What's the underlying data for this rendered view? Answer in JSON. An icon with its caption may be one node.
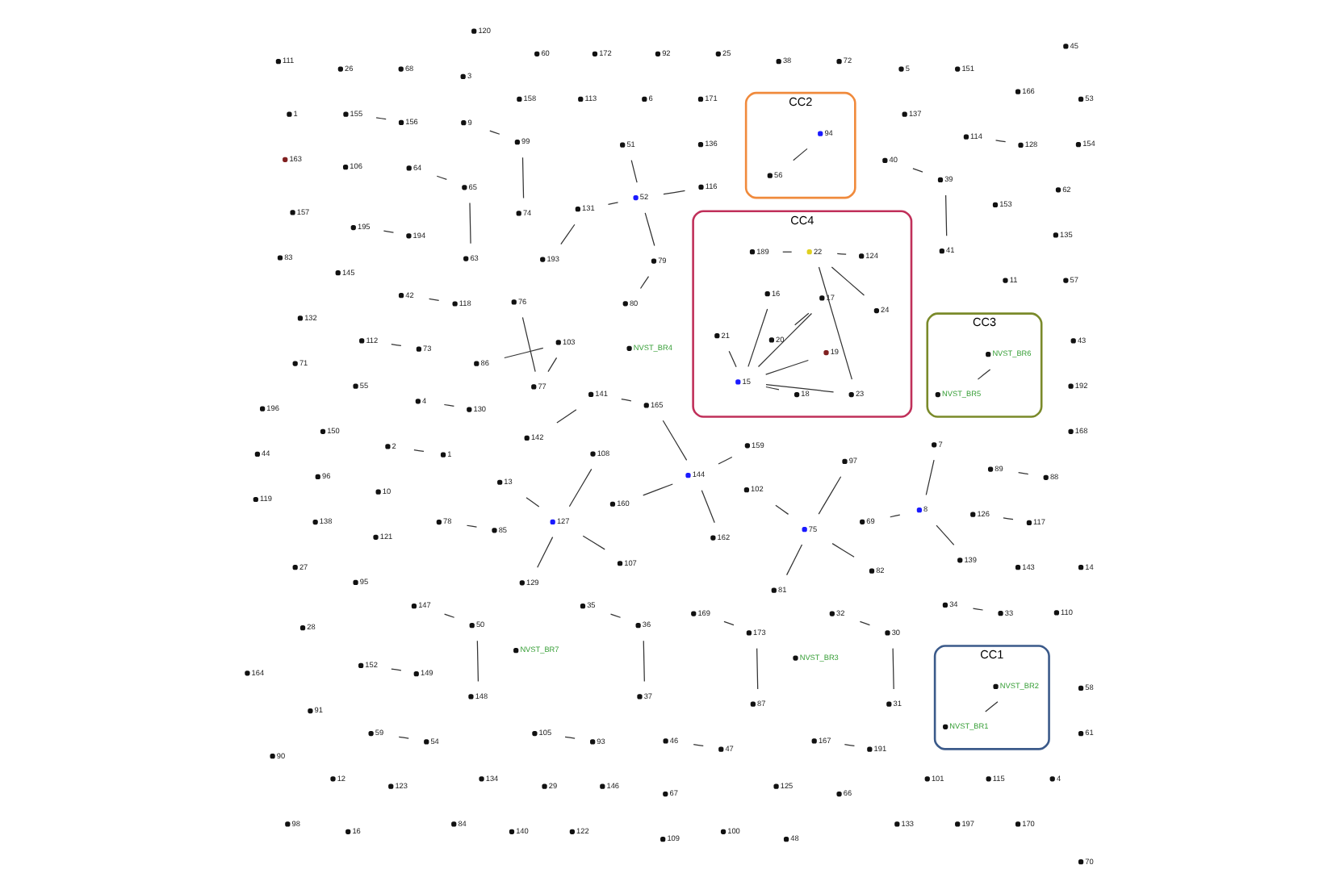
{
  "diagram": {
    "nodes": [
      {
        "text": [],
        "shape": "circle",
        "beside": [
          "10"
        ]
      },
      {
        "text": [],
        "shape": "circle",
        "beside": [
          "121"
        ]
      },
      {
        "text": [],
        "shape": "circle",
        "beside": [
          "136"
        ]
      },
      {
        "text": [],
        "shape": "circle",
        "beside": [
          "55"
        ]
      },
      {
        "text": [],
        "shape": "circle",
        "beside": [
          "95"
        ]
      },
      {
        "text": [],
        "shape": "circle",
        "beside": [
          "106"
        ]
      },
      {
        "text": [],
        "shape": "circle",
        "beside": [
          "145"
        ]
      },
      {
        "text": [],
        "shape": "circle",
        "beside": [
          "101"
        ]
      },
      {
        "text": [],
        "shape": "circle",
        "beside": [
          "115"
        ]
      },
      {
        "text": [],
        "shape": "circle",
        "beside": [
          "153"
        ]
      },
      {
        "text": [],
        "shape": "circle",
        "beside": [
          "137"
        ]
      },
      {
        "text": [],
        "shape": "circle",
        "beside": [
          "12"
        ]
      },
      {
        "text": [],
        "shape": "circle",
        "beside": [
          "134"
        ]
      },
      {
        "text": [],
        "shape": "circle",
        "beside": [
          "125"
        ]
      },
      {
        "text": [],
        "shape": "circle",
        "beside": [
          "78"
        ]
      },
      {
        "text": [],
        "shape": "circle",
        "beside": [
          "85"
        ]
      },
      {
        "text": [],
        "shape": "circle",
        "beside": [
          "11"
        ]
      },
      {
        "text": [],
        "shape": "circle",
        "beside": [
          "4"
        ]
      },
      {
        "text": [],
        "shape": "circle",
        "beside": [
          "130"
        ]
      },
      {
        "text": [],
        "shape": "circle",
        "beside": [
          "150"
        ]
      },
      {
        "text": [],
        "shape": "circle",
        "beside": [
          "123"
        ]
      },
      {
        "text": [],
        "shape": "circle",
        "beside": [
          "40"
        ]
      },
      {
        "text": [],
        "shape": "circle",
        "beside": [
          "29"
        ]
      },
      {
        "text": [],
        "shape": "circle",
        "beside": [
          "146"
        ]
      },
      {
        "text": [],
        "shape": "circle",
        "beside": [
          "9"
        ]
      },
      {
        "text": [],
        "shape": "circle",
        "beside": [
          "67"
        ]
      },
      {
        "text": [],
        "shape": "circle",
        "beside": [
          "66"
        ]
      },
      {
        "text": [],
        "shape": "circle",
        "beside": [
          "39"
        ]
      },
      {
        "text": [],
        "shape": "circle",
        "beside": [
          "42"
        ]
      },
      {
        "text": [],
        "shape": "circle",
        "beside": [
          "118"
        ]
      },
      {
        "text": [],
        "shape": "circle",
        "beside": [
          "171"
        ]
      },
      {
        "text": [],
        "shape": "circle",
        "beside": [
          "6"
        ]
      },
      {
        "text": [],
        "shape": "circle",
        "beside": [
          "113"
        ]
      },
      {
        "text": [],
        "shape": "circle",
        "beside": [
          "158"
        ]
      },
      {
        "text": [],
        "shape": "circle",
        "beside": [
          "147"
        ]
      },
      {
        "text": [],
        "shape": "circle",
        "beside": [
          "80"
        ]
      },
      {
        "text": [],
        "shape": "circle",
        "beside": [
          "99"
        ]
      },
      {
        "text": [],
        "shape": "circle",
        "beside": [
          "96"
        ]
      },
      {
        "text": [],
        "shape": "circle",
        "beside": [
          "41"
        ]
      },
      {
        "text": [],
        "shape": "circle",
        "beside": [
          "138"
        ]
      },
      {
        "text": [],
        "shape": "circle",
        "beside": [
          "34"
        ]
      },
      {
        "text": [],
        "shape": "circle",
        "beside": [
          "33"
        ]
      },
      {
        "text": [],
        "shape": "circle",
        "beside": [
          "143"
        ]
      },
      {
        "text": [],
        "shape": "circle",
        "beside": [
          "79"
        ]
      },
      {
        "text": [],
        "shape": "circle",
        "beside": [
          "74"
        ]
      },
      {
        "text": [],
        "shape": "circle",
        "beside": [
          "116"
        ]
      },
      {
        "text": [],
        "shape": "circle",
        "beside": [
          "166"
        ]
      },
      {
        "text": [],
        "shape": "circle",
        "beside": [
          "50"
        ]
      },
      {
        "text": [],
        "shape": "circle",
        "beside": [
          "91"
        ]
      },
      {
        "text": [],
        "shape": "circle",
        "beside": [
          "132"
        ]
      },
      {
        "text": [],
        "shape": "circle",
        "beside": [
          "28"
        ]
      },
      {
        "text": [],
        "shape": "circle",
        "beside": [
          "2"
        ]
      },
      {
        "text": [],
        "shape": "circle",
        "beside": [
          "1"
        ]
      },
      {
        "text": [],
        "shape": "circle",
        "beside": [
          "52"
        ]
      },
      {
        "text": [],
        "shape": "circle",
        "beside": [
          "3"
        ]
      },
      {
        "text": [],
        "shape": "circle",
        "beside": [
          "148"
        ]
      },
      {
        "text": [],
        "shape": "circle",
        "beside": [
          "157"
        ]
      },
      {
        "text": [],
        "shape": "circle",
        "beside": [
          "71"
        ]
      },
      {
        "text": [],
        "shape": "circle",
        "beside": [
          "35"
        ]
      },
      {
        "text": [],
        "shape": "circle",
        "beside": [
          "59"
        ]
      },
      {
        "text": [],
        "shape": "circle",
        "beside": [
          "54"
        ]
      },
      {
        "text": [],
        "shape": "circle",
        "beside": [
          "51"
        ]
      },
      {
        "text": [],
        "shape": "circle",
        "beside": [
          "131"
        ]
      },
      {
        "text": [],
        "shape": "circle",
        "beside": [
          "193"
        ]
      },
      {
        "text": [],
        "shape": "circle",
        "beside": [
          "27"
        ]
      },
      {
        "text": [],
        "shape": "circle",
        "beside": [
          "169"
        ]
      },
      {
        "text": [],
        "shape": "circle",
        "beside": [
          "133"
        ]
      },
      {
        "text": [],
        "shape": "circle",
        "beside": [
          "197"
        ]
      },
      {
        "text": [],
        "shape": "circle",
        "beside": [
          "81"
        ]
      },
      {
        "text": [],
        "shape": "circle",
        "beside": [
          "82"
        ]
      },
      {
        "text": [],
        "shape": "circle",
        "beside": [
          "36"
        ]
      },
      {
        "text": [],
        "shape": "circle",
        "beside": [
          "170"
        ]
      },
      {
        "text": [],
        "shape": "circle",
        "beside": [
          "75"
        ]
      },
      {
        "text": [],
        "shape": "circle",
        "beside": [
          "151"
        ]
      },
      {
        "text": [],
        "shape": "circle",
        "beside": [
          "142"
        ]
      },
      {
        "text": [],
        "shape": "circle",
        "beside": [
          "5"
        ]
      },
      {
        "text": [],
        "shape": "circle",
        "beside": [
          "68"
        ]
      },
      {
        "text": [],
        "shape": "circle",
        "beside": [
          "37"
        ]
      },
      {
        "text": [],
        "shape": "circle",
        "beside": [
          "173"
        ]
      },
      {
        "text": [],
        "shape": "circle",
        "beside": [
          "141"
        ]
      },
      {
        "text": [],
        "shape": "circle",
        "beside": [
          "162"
        ]
      },
      {
        "text": [],
        "shape": "circle",
        "beside": [
          "102"
        ]
      },
      {
        "text": [],
        "shape": "circle",
        "beside": [
          "97"
        ]
      },
      {
        "text": [
          "CC4"
        ]
      },
      {
        "text": [],
        "shape": "circle",
        "beside": [
          "20"
        ],
        "in": 83
      },
      {
        "text": [],
        "shape": "circle",
        "beside": [
          "32"
        ]
      },
      {
        "text": [],
        "shape": "circle",
        "beside": [
          "26"
        ]
      },
      {
        "text": [],
        "shape": "circle",
        "beside": [
          "1"
        ]
      },
      {
        "text": [],
        "shape": "circle",
        "beside": [
          "87"
        ]
      },
      {
        "text": [],
        "shape": "circle",
        "beside": [
          "165"
        ]
      },
      {
        "text": [],
        "shape": "circle",
        "beside": [
          "163"
        ]
      },
      {
        "text": [],
        "shape": "circle",
        "beside": [
          "98"
        ]
      },
      {
        "text": [],
        "shape": "circle",
        "beside": [
          "84"
        ]
      },
      {
        "text": [],
        "shape": "circle",
        "beside": [
          "17"
        ],
        "in": 83
      },
      {
        "text": [],
        "shape": "circle",
        "beside": [
          "19"
        ],
        "in": 83
      },
      {
        "text": [],
        "shape": "circle",
        "beside": [
          "16"
        ],
        "in": 83
      },
      {
        "text": [],
        "shape": "circle",
        "beside": [
          "NVST_BR4"
        ]
      },
      {
        "text": [],
        "shape": "circle",
        "beside": [
          "100"
        ]
      },
      {
        "text": [],
        "shape": "circle",
        "beside": [
          "144"
        ]
      },
      {
        "text": [],
        "shape": "circle",
        "beside": [
          "30"
        ]
      },
      {
        "text": [],
        "shape": "circle",
        "beside": [
          "4"
        ]
      },
      {
        "text": [],
        "shape": "circle",
        "beside": [
          "86"
        ]
      },
      {
        "text": [],
        "shape": "circle",
        "beside": [
          "15"
        ],
        "in": 83
      },
      {
        "text": [],
        "shape": "circle",
        "beside": [
          "124"
        ],
        "in": 83
      },
      {
        "text": [],
        "shape": "circle",
        "beside": [
          "72"
        ]
      },
      {
        "text": [],
        "shape": "circle",
        "beside": [
          "159"
        ]
      },
      {
        "text": [],
        "shape": "circle",
        "beside": [
          "160"
        ]
      },
      {
        "text": [],
        "shape": "circle",
        "beside": [
          "18"
        ],
        "in": 83
      },
      {
        "text": [],
        "shape": "circle",
        "beside": [
          "23"
        ],
        "in": 83
      },
      {
        "text": [],
        "shape": "circle",
        "beside": [
          "22"
        ],
        "in": 83
      },
      {
        "text": [],
        "shape": "circle",
        "beside": [
          "189"
        ],
        "in": 83
      },
      {
        "text": [],
        "shape": "circle",
        "beside": [
          "103"
        ]
      },
      {
        "text": [],
        "shape": "circle",
        "beside": [
          "31"
        ]
      },
      {
        "text": [],
        "shape": "circle",
        "beside": [
          "NVST_BR7"
        ]
      },
      {
        "text": [],
        "shape": "circle",
        "beside": [
          "24"
        ],
        "in": 83
      },
      {
        "text": [],
        "shape": "circle",
        "beside": [
          "21"
        ],
        "in": 83
      },
      {
        "text": [],
        "shape": "circle",
        "beside": [
          "38"
        ]
      },
      {
        "text": [],
        "shape": "circle",
        "beside": [
          "111"
        ]
      },
      {
        "text": [],
        "shape": "circle",
        "beside": [
          "83"
        ]
      },
      {
        "text": [
          "CC3"
        ]
      },
      {
        "text": [],
        "shape": "circle",
        "beside": [
          "16"
        ]
      },
      {
        "text": [],
        "shape": "circle",
        "beside": [
          "NVST_BR5"
        ],
        "in": 119
      },
      {
        "text": [],
        "shape": "circle",
        "beside": [
          "140"
        ]
      },
      {
        "text": [],
        "shape": "circle",
        "beside": [
          "77"
        ]
      },
      {
        "text": [],
        "shape": "circle",
        "beside": [
          "NVST_BR6"
        ],
        "in": 119
      },
      {
        "text": [],
        "shape": "circle",
        "beside": [
          "122"
        ]
      },
      {
        "text": [],
        "shape": "circle",
        "beside": [
          "109"
        ]
      },
      {
        "text": [],
        "shape": "circle",
        "beside": [
          "48"
        ]
      },
      {
        "text": [],
        "shape": "circle",
        "beside": [
          "129"
        ]
      },
      {
        "text": [],
        "shape": "circle",
        "beside": [
          "107"
        ]
      },
      {
        "text": [],
        "shape": "circle",
        "beside": [
          "110"
        ]
      },
      {
        "text": [],
        "shape": "circle",
        "beside": [
          "135"
        ]
      },
      {
        "text": [],
        "shape": "circle",
        "beside": [
          "62"
        ]
      },
      {
        "text": [],
        "shape": "circle",
        "beside": [
          "76"
        ]
      },
      {
        "text": [],
        "shape": "circle",
        "beside": [
          "127"
        ]
      },
      {
        "text": [],
        "shape": "circle",
        "beside": [
          "25"
        ]
      },
      {
        "text": [],
        "shape": "circle",
        "beside": [
          "64"
        ]
      },
      {
        "text": [],
        "shape": "circle",
        "beside": [
          "105"
        ]
      },
      {
        "text": [],
        "shape": "circle",
        "beside": [
          "93"
        ]
      },
      {
        "text": [],
        "shape": "circle",
        "beside": [
          "46"
        ]
      },
      {
        "text": [],
        "shape": "circle",
        "beside": [
          "47"
        ]
      },
      {
        "text": [],
        "shape": "circle",
        "beside": [
          "92"
        ]
      },
      {
        "text": [],
        "shape": "circle",
        "beside": [
          "167"
        ]
      },
      {
        "text": [],
        "shape": "circle",
        "beside": [
          "191"
        ]
      },
      {
        "text": [],
        "shape": "circle",
        "beside": [
          "172"
        ]
      },
      {
        "text": [],
        "shape": "circle",
        "beside": [
          "60"
        ]
      },
      {
        "text": [],
        "shape": "circle",
        "beside": [
          "13"
        ]
      },
      {
        "text": [],
        "shape": "circle",
        "beside": [
          "108"
        ]
      },
      {
        "text": [],
        "shape": "circle",
        "beside": [
          "90"
        ]
      },
      {
        "text": [],
        "shape": "circle",
        "beside": [
          "65"
        ]
      },
      {
        "text": [],
        "shape": "circle",
        "beside": [
          "57"
        ]
      },
      {
        "text": [],
        "shape": "circle",
        "beside": [
          "45"
        ]
      },
      {
        "text": [
          "CC1"
        ]
      },
      {
        "text": [],
        "shape": "circle",
        "beside": [
          "NVST_BR2"
        ],
        "in": 152
      },
      {
        "text": [],
        "shape": "circle",
        "beside": [
          "196"
        ]
      },
      {
        "text": [],
        "shape": "circle",
        "beside": [
          "114"
        ]
      },
      {
        "text": [],
        "shape": "circle",
        "beside": [
          "128"
        ]
      },
      {
        "text": [],
        "shape": "circle",
        "beside": [
          "168"
        ]
      },
      {
        "text": [],
        "shape": "circle",
        "beside": [
          "192"
        ]
      },
      {
        "text": [],
        "shape": "circle",
        "beside": [
          "NVST_BR1"
        ],
        "in": 152
      },
      {
        "text": [],
        "shape": "circle",
        "beside": [
          "63"
        ]
      },
      {
        "text": [],
        "shape": "circle",
        "beside": [
          "43"
        ]
      },
      {
        "text": [],
        "shape": "circle",
        "beside": [
          "112"
        ]
      },
      {
        "text": [],
        "shape": "circle",
        "beside": [
          "73"
        ]
      },
      {
        "text": [],
        "shape": "circle",
        "beside": [
          "44"
        ]
      },
      {
        "text": [],
        "shape": "circle",
        "beside": [
          "119"
        ]
      },
      {
        "text": [],
        "shape": "circle",
        "beside": [
          "70"
        ]
      },
      {
        "text": [],
        "shape": "circle",
        "beside": [
          "61"
        ]
      },
      {
        "text": [],
        "shape": "circle",
        "beside": [
          "58"
        ]
      },
      {
        "text": [],
        "shape": "circle",
        "beside": [
          "69"
        ]
      },
      {
        "text": [],
        "shape": "circle",
        "beside": [
          "NVST_BR3"
        ]
      },
      {
        "text": [],
        "shape": "circle",
        "beside": [
          "8"
        ]
      },
      {
        "text": [],
        "shape": "circle",
        "beside": [
          "139"
        ]
      },
      {
        "text": [],
        "shape": "circle",
        "beside": [
          "152"
        ]
      },
      {
        "text": [],
        "shape": "circle",
        "beside": [
          "149"
        ]
      },
      {
        "text": [],
        "shape": "circle",
        "beside": [
          "14"
        ]
      },
      {
        "text": [],
        "shape": "circle",
        "beside": [
          "154"
        ]
      },
      {
        "text": [],
        "shape": "circle",
        "beside": [
          "126"
        ]
      },
      {
        "text": [],
        "shape": "circle",
        "beside": [
          "117"
        ]
      },
      {
        "text": [],
        "shape": "circle",
        "beside": [
          "195"
        ]
      },
      {
        "text": [],
        "shape": "circle",
        "beside": [
          "194"
        ]
      },
      {
        "text": [],
        "shape": "circle",
        "beside": [
          "53"
        ]
      },
      {
        "text": [
          "CC2"
        ]
      },
      {
        "text": [],
        "shape": "circle",
        "beside": [
          "94"
        ],
        "in": 182
      },
      {
        "text": [],
        "shape": "circle",
        "beside": [
          "56"
        ],
        "in": 182
      },
      {
        "text": [],
        "shape": "circle",
        "beside": [
          "89"
        ]
      },
      {
        "text": [],
        "shape": "circle",
        "beside": [
          "88"
        ]
      },
      {
        "text": [],
        "shape": "circle",
        "beside": [
          "155"
        ]
      },
      {
        "text": [],
        "shape": "circle",
        "beside": [
          "156"
        ]
      },
      {
        "text": [],
        "shape": "circle",
        "beside": [
          "7"
        ]
      },
      {
        "text": [],
        "shape": "circle",
        "beside": [
          "120"
        ]
      },
      {
        "text": [],
        "shape": "circle",
        "beside": [
          "164"
        ]
      }
    ],
    "edges": [
      {
        "from": 14,
        "to": 15,
        "arrow": "none"
      },
      {
        "from": 17,
        "to": 18,
        "arrow": "none"
      },
      {
        "from": 28,
        "to": 29,
        "arrow": "none"
      },
      {
        "from": 21,
        "to": 27,
        "arrow": "none"
      },
      {
        "from": 27,
        "to": 38,
        "arrow": "none"
      },
      {
        "from": 24,
        "to": 36,
        "arrow": "none"
      },
      {
        "from": 36,
        "to": 44,
        "arrow": "none"
      },
      {
        "from": 35,
        "to": 43,
        "arrow": "none"
      },
      {
        "from": 43,
        "to": 53,
        "arrow": "none"
      },
      {
        "from": 53,
        "to": 62,
        "arrow": "none"
      },
      {
        "from": 62,
        "to": 63,
        "arrow": "none"
      },
      {
        "from": 53,
        "to": 45,
        "arrow": "none"
      },
      {
        "from": 53,
        "to": 61,
        "arrow": "none"
      },
      {
        "from": 34,
        "to": 47,
        "arrow": "none"
      },
      {
        "from": 47,
        "to": 55,
        "arrow": "none"
      },
      {
        "from": 40,
        "to": 41,
        "arrow": "none"
      },
      {
        "from": 51,
        "to": 52,
        "arrow": "none"
      },
      {
        "from": 58,
        "to": 70,
        "arrow": "none"
      },
      {
        "from": 70,
        "to": 77,
        "arrow": "none"
      },
      {
        "from": 59,
        "to": 60,
        "arrow": "none"
      },
      {
        "from": 65,
        "to": 78,
        "arrow": "none"
      },
      {
        "from": 78,
        "to": 88,
        "arrow": "none"
      },
      {
        "from": 68,
        "to": 72,
        "arrow": "none"
      },
      {
        "from": 72,
        "to": 69,
        "arrow": "none"
      },
      {
        "from": 72,
        "to": 81,
        "arrow": "none"
      },
      {
        "from": 72,
        "to": 82,
        "arrow": "none"
      },
      {
        "from": 74,
        "to": 79,
        "arrow": "none"
      },
      {
        "from": 79,
        "to": 89,
        "arrow": "none"
      },
      {
        "from": 89,
        "to": 98,
        "arrow": "none"
      },
      {
        "from": 98,
        "to": 80,
        "arrow": "none"
      },
      {
        "from": 98,
        "to": 105,
        "arrow": "none"
      },
      {
        "from": 98,
        "to": 106,
        "arrow": "none"
      },
      {
        "from": 84,
        "to": 93,
        "arrow": "none"
      },
      {
        "from": 93,
        "to": 102,
        "arrow": "none"
      },
      {
        "from": 102,
        "to": 115,
        "arrow": "none"
      },
      {
        "from": 102,
        "to": 94,
        "arrow": "none"
      },
      {
        "from": 102,
        "to": 95,
        "arrow": "none"
      },
      {
        "from": 102,
        "to": 107,
        "arrow": "none"
      },
      {
        "from": 102,
        "to": 108,
        "arrow": "none"
      },
      {
        "from": 108,
        "to": 109,
        "arrow": "none"
      },
      {
        "from": 109,
        "to": 103,
        "arrow": "none"
      },
      {
        "from": 109,
        "to": 110,
        "arrow": "none"
      },
      {
        "from": 109,
        "to": 114,
        "arrow": "none"
      },
      {
        "from": 85,
        "to": 99,
        "arrow": "none"
      },
      {
        "from": 99,
        "to": 112,
        "arrow": "none"
      },
      {
        "from": 101,
        "to": 111,
        "arrow": "none"
      },
      {
        "from": 111,
        "to": 123,
        "arrow": "none"
      },
      {
        "from": 123,
        "to": 133,
        "arrow": "none"
      },
      {
        "from": 124,
        "to": 121,
        "arrow": "none"
      },
      {
        "from": 128,
        "to": 134,
        "arrow": "none"
      },
      {
        "from": 134,
        "to": 129,
        "arrow": "none"
      },
      {
        "from": 134,
        "to": 146,
        "arrow": "none"
      },
      {
        "from": 134,
        "to": 147,
        "arrow": "none"
      },
      {
        "from": 136,
        "to": 149,
        "arrow": "none"
      },
      {
        "from": 149,
        "to": 160,
        "arrow": "none"
      },
      {
        "from": 137,
        "to": 138,
        "arrow": "none"
      },
      {
        "from": 139,
        "to": 140,
        "arrow": "none"
      },
      {
        "from": 142,
        "to": 143,
        "arrow": "none"
      },
      {
        "from": 155,
        "to": 156,
        "arrow": "none"
      },
      {
        "from": 159,
        "to": 153,
        "arrow": "none"
      },
      {
        "from": 162,
        "to": 163,
        "arrow": "none"
      },
      {
        "from": 169,
        "to": 171,
        "arrow": "none"
      },
      {
        "from": 171,
        "to": 172,
        "arrow": "none"
      },
      {
        "from": 171,
        "to": 189,
        "arrow": "none"
      },
      {
        "from": 173,
        "to": 174,
        "arrow": "none"
      },
      {
        "from": 177,
        "to": 178,
        "arrow": "none"
      },
      {
        "from": 183,
        "to": 184,
        "arrow": "none"
      },
      {
        "from": 185,
        "to": 186,
        "arrow": "none"
      },
      {
        "from": 187,
        "to": 188,
        "arrow": "none"
      },
      {
        "from": 180,
        "to": 179,
        "arrow": "none"
      }
    ]
  }
}
